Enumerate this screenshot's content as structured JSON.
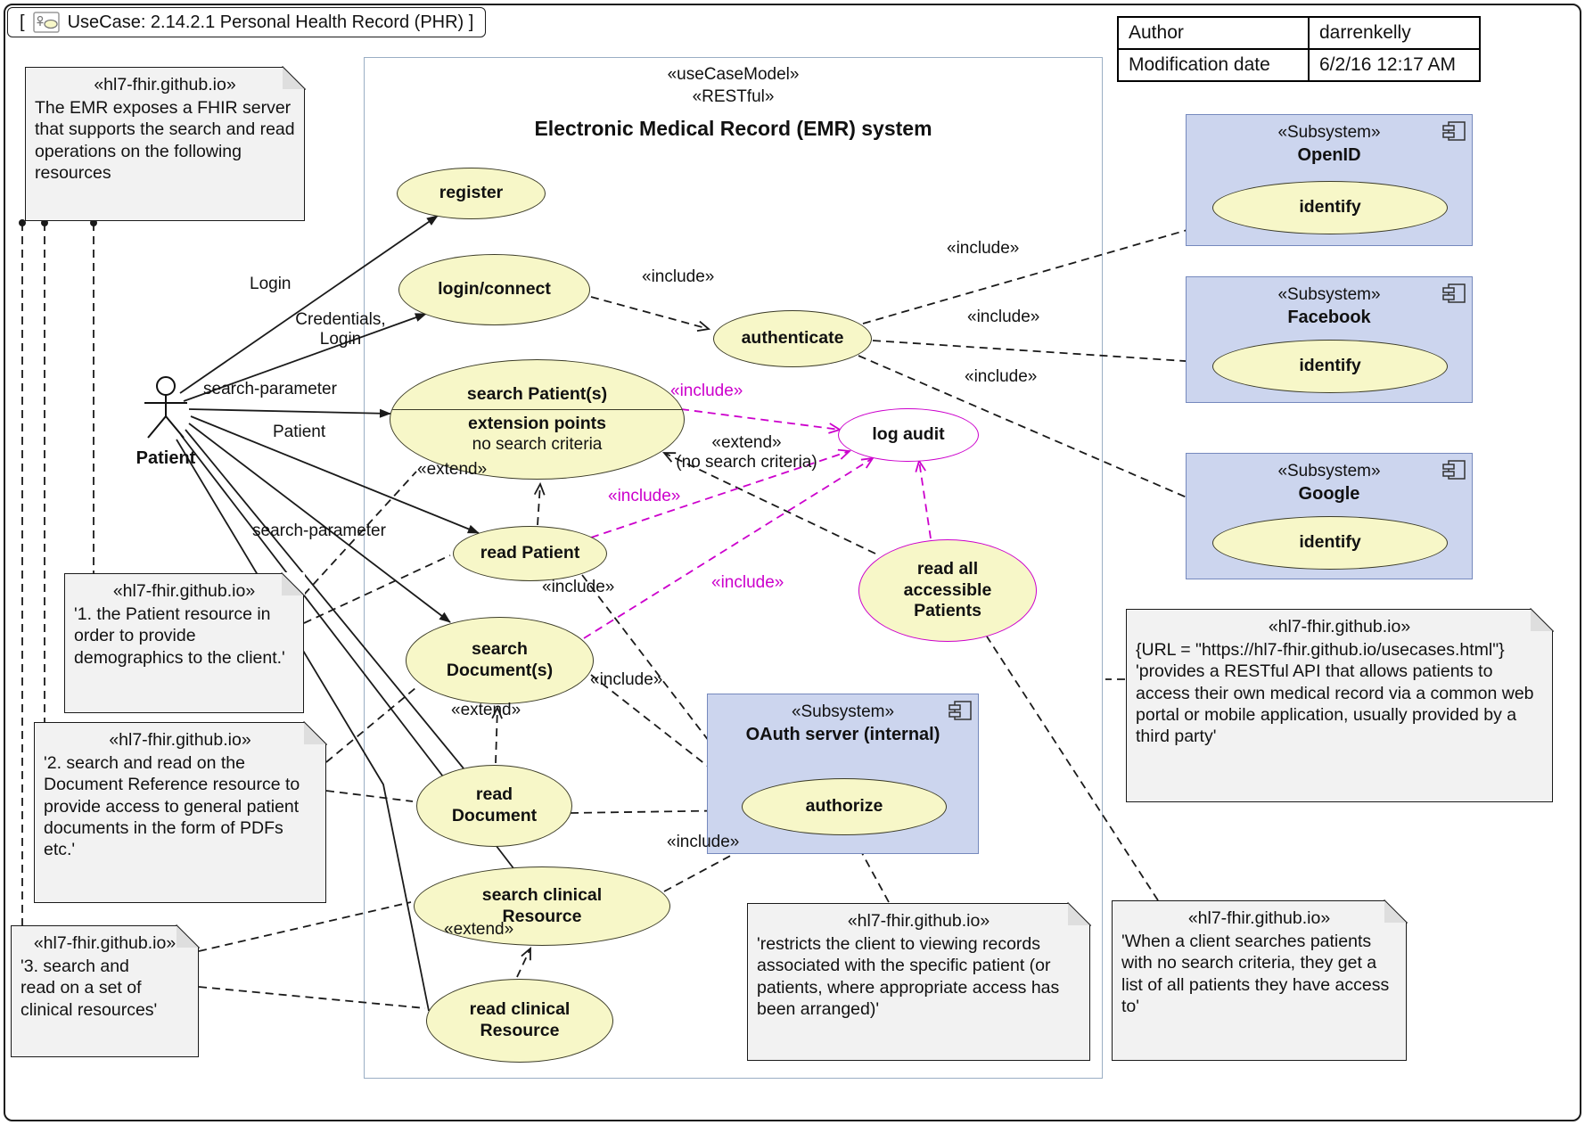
{
  "colors": {
    "usecase-fill": "#f7f7c8",
    "usecase-border": "#3c3c28",
    "magenta": "#cc00cc",
    "subsystem-fill": "#ccd5ee",
    "subsystem-border": "#7589bd",
    "note-fill": "#f2f2f2",
    "boundary-border": "#9aaec4"
  },
  "header": {
    "bracket": "[",
    "title": "UseCase: 2.14.2.1 Personal Health Record (PHR) ]"
  },
  "properties": {
    "rows": [
      {
        "label": "Author",
        "value": "darrenkelly"
      },
      {
        "label": "Modification date",
        "value": "6/2/16 12:17 AM"
      }
    ]
  },
  "system": {
    "stereotype_model": "«useCaseModel»",
    "stereotype_restful": "«RESTful»",
    "name": "Electronic Medical Record (EMR) system"
  },
  "actor": {
    "name": "Patient"
  },
  "usecases": {
    "register": "register",
    "login_connect": "login/connect",
    "search_patients": "search Patient(s)",
    "extension_points": "extension points",
    "no_search_criteria": "no search criteria",
    "authenticate": "authenticate",
    "read_patient": "read Patient",
    "search_documents": "search\nDocument(s)",
    "read_document": "read\nDocument",
    "search_clinical": "search clinical\nResource",
    "read_clinical": "read clinical\nResource",
    "log_audit": "log audit",
    "read_all": "read all\naccessible\nPatients",
    "identify": "identify",
    "authorize": "authorize"
  },
  "subsystems": {
    "stereotype": "«Subsystem»",
    "openid": "OpenID",
    "facebook": "Facebook",
    "google": "Google",
    "oauth": "OAuth server (internal)"
  },
  "notes": {
    "tag": "«hl7-fhir.github.io»",
    "emr_fhir": "The EMR exposes a FHIR server that supports the search and read operations on the following resources",
    "patient_resource": "'1. the Patient resource in order to provide demographics to the client.'",
    "document_reference": "'2. search and read on the Document Reference resource to provide access to general patient documents in the form of PDFs etc.'",
    "clinical_resources": "'3. search and\nread on a set of\nclinical resources'",
    "url_line": "{URL = \"https://hl7-fhir.github.io/usecases.html\"}",
    "restful_api": "'provides a RESTful API that allows patients to access their own medical record via a common web portal or mobile application, usually provided by a third party'",
    "restricts": "'restricts the client to viewing records associated with the specific patient (or patients, where appropriate access has been arranged)'",
    "no_criteria_list": "'When a client searches patients with no search criteria, they get a list of all patients they have access to'"
  },
  "edge_labels": {
    "login": "Login",
    "credentials_login": "Credentials,\nLogin",
    "search_parameter": "search-parameter",
    "patient": "Patient",
    "include": "«include»",
    "extend": "«extend»",
    "extend_no_criteria": "«extend»\n(no search criteria)"
  }
}
